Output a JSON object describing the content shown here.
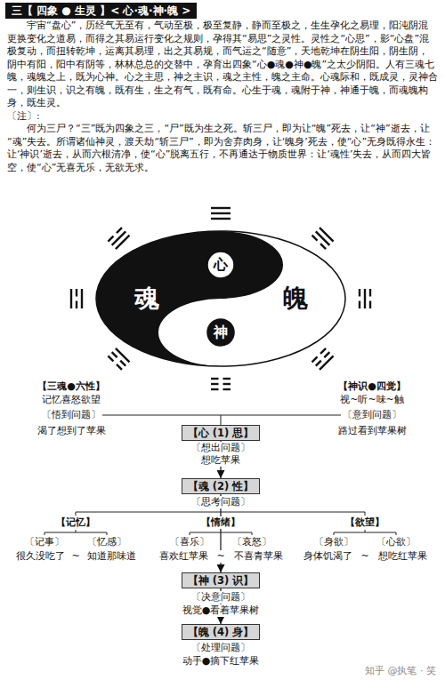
{
  "diagram": {
    "title": "三【 四象 ● 生灵 】< 心·魂·神·魄 >",
    "nodes": [
      {
        "text": [
          "心"
        ]
      },
      {
        "text": [
          "神"
        ]
      },
      {
        "text": [
          "【心 (1) 思】"
        ]
      },
      {
        "text": [
          "【魂 (2) 性】"
        ]
      },
      {
        "text": [
          "【神 (3) 识】"
        ]
      },
      {
        "text": [
          "【魄 (4) 身】"
        ]
      }
    ],
    "edges": [
      {
        "from": 2,
        "to": 3,
        "arrow": "to"
      },
      {
        "from": 3,
        "to": 4,
        "arrow": "to"
      },
      {
        "from": 4,
        "to": 5,
        "arrow": "to"
      }
    ],
    "labels": [
      "宇宙“盘心”，历经气无至有，气动至极，极至复静，静而至极之，生生孕化之易理，阳沌阴混更换变化之道易，而得之其易运行变化之规则，孕得其“易思”之灵性。灵性之“心思”，影“心盘”混极复动，而扭转乾坤，运离其易理，出之其易规，而气运之“随意”，天地乾坤在阴生阳，阴生阴，阴中有阳，阳中有阴等，林林总总的交替中，孕育出四象“心●魂●神●魄”之太少阴阳。人有三魂七魄，魂魄之上，既为心神。心之主思，神之主识，魂之主性，魄之主命。心魂际和，既成灵，灵神合一，则生识，识之有魄，既有生，生之有气，既有命。心生于魂，魂附于神，神通于魄，而魂魄构身，既生灵。",
      "〔注〕:",
      "何为三尸？“三”既为四象之三，“尸”既为生之死。斩三尸，即为让“魄”死去，让“神”逝去，让“魂”失去。所谓诸仙神灵，渡天劫“斩三尸”，即为舍弃肉身，让‘魄身’死去，使“心”无身既得永生：让‘神识’逝去，从而六根清净，使“心”脱离五行，不再通达于物质世界：让‘魂性’失去，从而四大皆空，使“心”无喜无乐，无欲无求。",
      "魂",
      "魄",
      "【三魂●六性】",
      "【神识●四觉】",
      "记忆喜怒欲望",
      "视~听~味~触",
      "〔悟到问题〕",
      "〔意到问题〕",
      "渴了想到了苹果",
      "路过看到苹果树",
      "〔想出问题〕",
      "想吃苹果",
      "〔思考问题〕",
      "【记忆】",
      "【情绪】",
      "【欲望】",
      "〔记事〕",
      "〔忆感〕",
      "〔喜乐〕",
      "〔哀怒〕",
      "〔身欲〕",
      "〔心欲〕",
      "很久没吃了",
      "~",
      "知道那味道",
      "喜欢红苹果",
      "~",
      "不喜青苹果",
      "身体饥渴了",
      "~",
      "想吃红苹果",
      "〔决意问题〕",
      "视觉●看着苹果树",
      "〔处理问题〕",
      "动手●摘下红苹果",
      "知乎 @执笔 · 笑"
    ]
  }
}
